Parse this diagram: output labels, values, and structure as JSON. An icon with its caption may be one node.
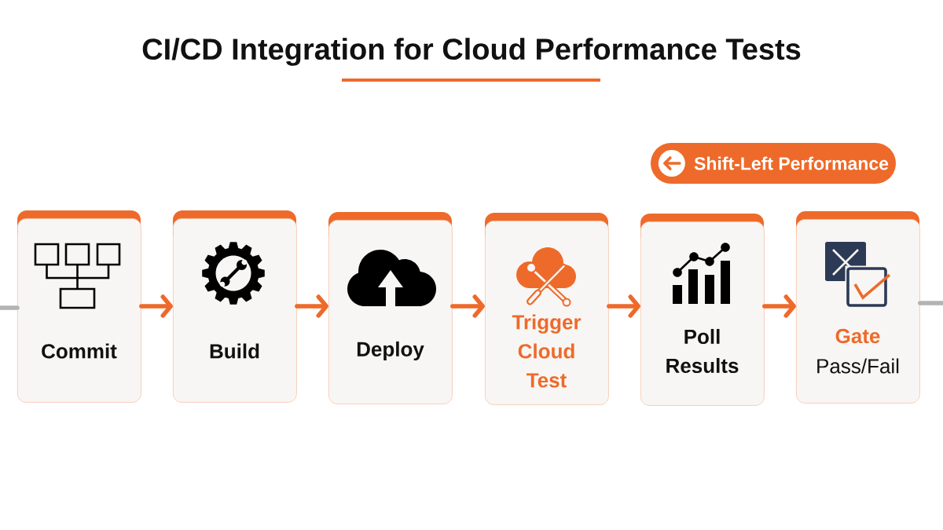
{
  "diagram": {
    "title": "CI/CD Integration for Cloud Performance Tests",
    "nodes": [
      {
        "text": [
          "Shift-Left Performance"
        ]
      },
      {
        "text": [
          "Commit"
        ]
      },
      {
        "text": [
          "Build"
        ]
      },
      {
        "text": [
          "Deploy"
        ]
      },
      {
        "text": [
          "Trigger Cloud Test"
        ]
      },
      {
        "text": [
          "Poll Results"
        ]
      },
      {
        "text": [
          "Gate",
          "Pass/Fail"
        ]
      }
    ],
    "edges": [
      {
        "from": null,
        "to": 1,
        "arrow": "none",
        "color": "#b3b3b3"
      },
      {
        "from": 1,
        "to": 2,
        "arrow": "to"
      },
      {
        "from": 2,
        "to": 3,
        "arrow": "to"
      },
      {
        "from": 3,
        "to": 4,
        "arrow": "to"
      },
      {
        "from": 4,
        "to": 5,
        "arrow": "to"
      },
      {
        "from": 5,
        "to": 6,
        "arrow": "to"
      },
      {
        "from": 6,
        "to": null,
        "arrow": "none",
        "color": "#b3b3b3"
      }
    ]
  }
}
